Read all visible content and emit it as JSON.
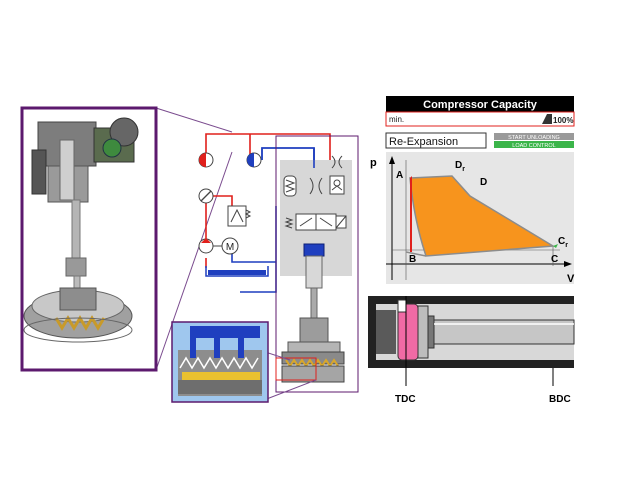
{
  "capacity": {
    "title": "Compressor Capacity",
    "min_label": "min.",
    "max_label": "100%",
    "mode": "Re-Expansion",
    "button_start_unloading": "START UNLOADING",
    "button_load_control": "LOAD CONTROL"
  },
  "pv_diagram": {
    "p_axis": "p",
    "v_axis": "V",
    "point_a": "A",
    "point_b": "B",
    "point_c": "C",
    "point_d": "D",
    "point_dr": "D",
    "point_dr_sub": "r",
    "point_cr": "C",
    "point_cr_sub": "r"
  },
  "cylinder": {
    "tdc": "TDC",
    "bdc": "BDC"
  },
  "schematic": {
    "motor": "M"
  },
  "colors": {
    "area_fill": "#f7941d",
    "hydraulic_blue": "#1f3fbf",
    "hydraulic_red": "#e0201c",
    "frame_purple": "#5c1a6e",
    "piston_pink": "#f06aa5",
    "button_grey": "#9a9a9a",
    "button_green": "#3bb54a"
  }
}
